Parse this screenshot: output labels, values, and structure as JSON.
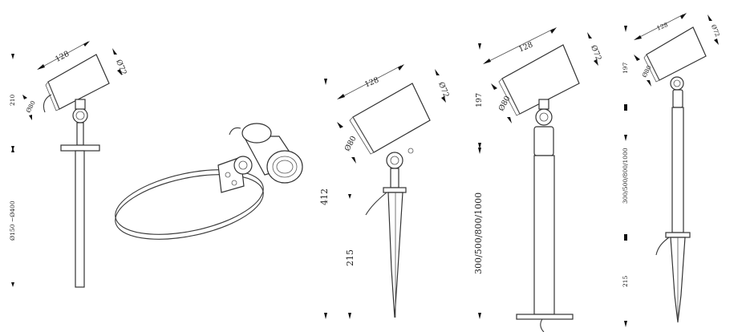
{
  "labels": {
    "d1_width": "128",
    "d1_dia": "Ø72",
    "d1_dia2": "Ø80",
    "d1_height": "210",
    "d1_base": "Ø150 ~Ø400",
    "d3_width": "128",
    "d3_dia": "Ø72",
    "d3_dia2": "Ø80",
    "d3_total": "412",
    "d3_spike": "215",
    "d4_width": "128",
    "d4_dia": "Ø72",
    "d4_dia2": "Ø80",
    "d4_height": "197",
    "d4_pole": "300/500/800/1000",
    "d5_width": "128",
    "d5_dia": "Ø72",
    "d5_dia2": "Ø80",
    "d5_height": "197",
    "d5_pole": "300/500/800/1000",
    "d5_spike": "215"
  }
}
